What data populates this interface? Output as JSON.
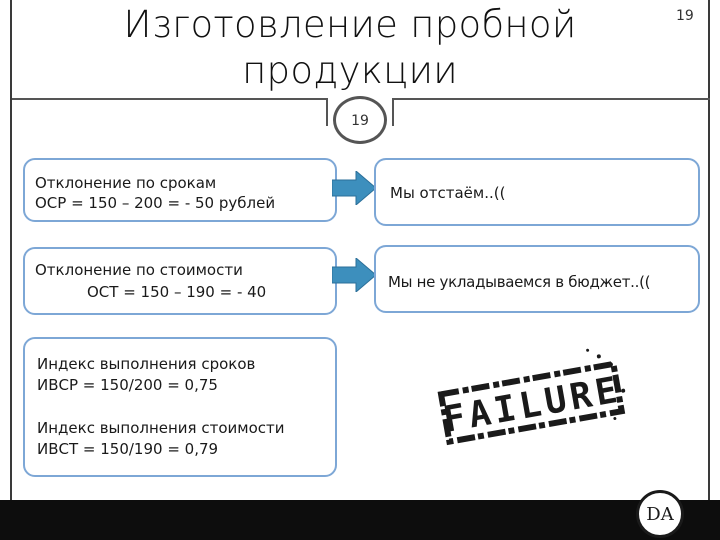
{
  "slide": {
    "title": "Изготовление пробной продукции",
    "page_number_top": "19",
    "page_number_circle": "19"
  },
  "boxes": {
    "schedule_deviation": {
      "heading": "Отклонение по срокам",
      "formula": "ОСР = 150 – 200 = - 50 рублей"
    },
    "cost_deviation": {
      "heading": "Отклонение по стоимости",
      "formula": "ОСТ = 150 – 190 = - 40"
    },
    "indices": {
      "schedule_heading": "Индекс выполнения сроков",
      "schedule_formula": "ИВСР = 150/200 = 0,75",
      "cost_heading": "Индекс выполнения стоимости",
      "cost_formula": "ИВСТ = 150/190 = 0,79"
    },
    "result_schedule": "Мы отстаём..((",
    "result_cost": "Мы не укладываемся в бюджет..(("
  },
  "stamp": {
    "text": "FAILURE"
  },
  "logo": {
    "letters": "DA"
  },
  "colors": {
    "box_border": "#7da7d6",
    "arrow": "#3d8fbd",
    "bottom_bar": "#0d0d0d"
  }
}
